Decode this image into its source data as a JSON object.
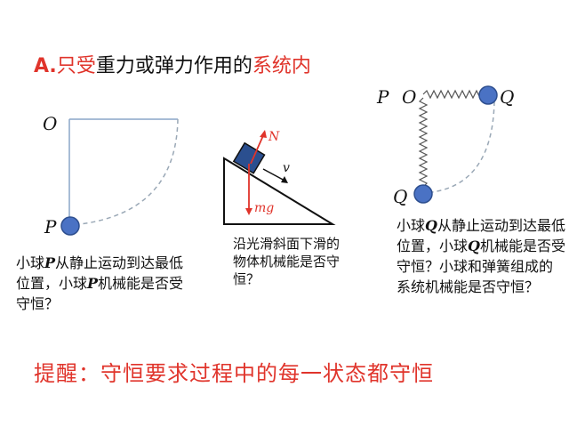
{
  "heading": {
    "prefix": "A.",
    "part1": "只",
    "part2": "受",
    "part3": "重力或弹力作用的",
    "part4": "系统内"
  },
  "pendulum": {
    "label_o": "O",
    "label_p": "P",
    "caption_1": "小球",
    "caption_p": "P",
    "caption_2": "从静止运动到达最低位置，小球",
    "caption_p2": "P",
    "caption_3": "机械能是否受守恒？"
  },
  "incline": {
    "label_n": "N",
    "label_v": "v",
    "label_mg": "mg",
    "caption": "沿光滑斜面下滑的物体机械能是否守恒？"
  },
  "spring": {
    "label_p": "P",
    "label_o": "O",
    "label_q_top": "Q",
    "label_q_bottom": "Q",
    "caption_1": "小球",
    "caption_q": "Q",
    "caption_2": "从静止运动到达最低位置，小球",
    "caption_q2": "Q",
    "caption_3": "机械能是否受守恒？小球和弹簧组成的系统机械能是否守恒？"
  },
  "reminder": "提醒：守恒要求过程中的每一状态都守恒",
  "colors": {
    "red": "#e0342b",
    "ball": "#4a72c4",
    "ball_stroke": "#2e4f8f",
    "rope": "#8aa6c8",
    "dashed": "#9aa8b6",
    "spring": "#555555"
  }
}
